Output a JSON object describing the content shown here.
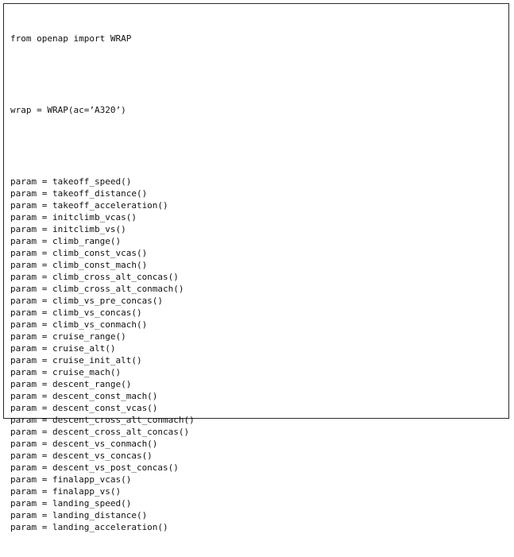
{
  "header": {
    "import_line": "from openap import WRAP",
    "wrap_line": "wrap = WRAP(ac=’A320’)"
  },
  "params": [
    "param = takeoff_speed()",
    "param = takeoff_distance()",
    "param = takeoff_acceleration()",
    "param = initclimb_vcas()",
    "param = initclimb_vs()",
    "param = climb_range()",
    "param = climb_const_vcas()",
    "param = climb_const_mach()",
    "param = climb_cross_alt_concas()",
    "param = climb_cross_alt_conmach()",
    "param = climb_vs_pre_concas()",
    "param = climb_vs_concas()",
    "param = climb_vs_conmach()",
    "param = cruise_range()",
    "param = cruise_alt()",
    "param = cruise_init_alt()",
    "param = cruise_mach()",
    "param = descent_range()",
    "param = descent_const_mach()",
    "param = descent_const_vcas()",
    "param = descent_cross_alt_conmach()",
    "param = descent_cross_alt_concas()",
    "param = descent_vs_conmach()",
    "param = descent_vs_concas()",
    "param = descent_vs_post_concas()",
    "param = finalapp_vcas()",
    "param = finalapp_vs()",
    "param = landing_speed()",
    "param = landing_distance()",
    "param = landing_acceleration()"
  ]
}
